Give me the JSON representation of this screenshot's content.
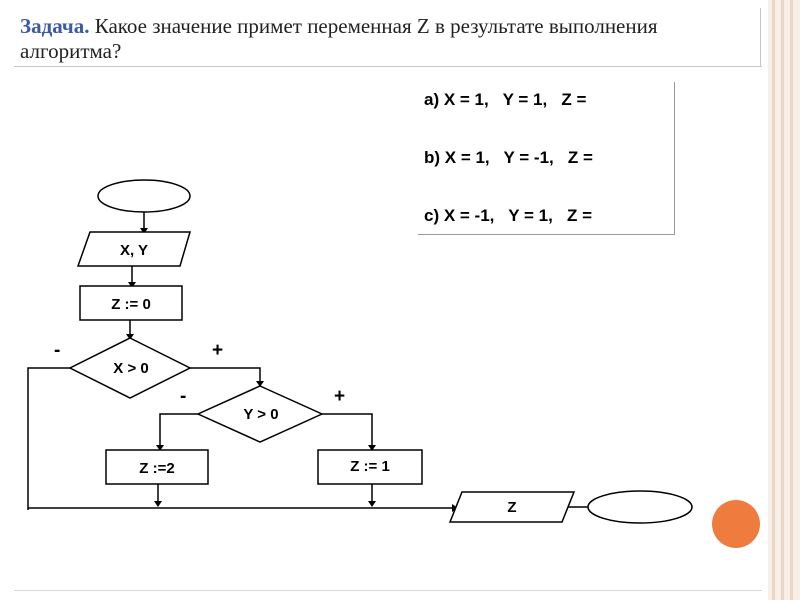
{
  "title": {
    "task_label": "Задача.",
    "question": " Какое значение примет переменная Z в результате выполнения алгоритма?"
  },
  "variants": [
    "a) X = 1,   Y = 1,   Z =",
    "b) X = 1,   Y = -1,   Z =",
    "c) X = -1,   Y = 1,   Z ="
  ],
  "flowchart": {
    "input_label": "X, Y",
    "assign_init": "Z := 0",
    "condition_x": "X > 0",
    "condition_y": "Y > 0",
    "assign_two": "Z :=2",
    "assign_one": "Z := 1",
    "output_label": "Z",
    "minus_sign": "-",
    "plus_sign": "+"
  },
  "colors": {
    "task_label": "#3b5aa8",
    "accent_dot": "#f07b3f",
    "stripe": "#f7efe6"
  }
}
